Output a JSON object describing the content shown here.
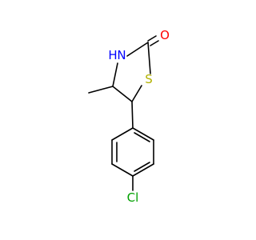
{
  "molecule": {
    "atoms": {
      "nitrogen": {
        "symbol": "N",
        "hydrogen": "H",
        "color": "#0000FF"
      },
      "oxygen": {
        "symbol": "O",
        "color": "#FF0000"
      },
      "sulfur": {
        "symbol": "S",
        "color": "#B2B200"
      },
      "chlorine": {
        "symbol": "Cl",
        "color": "#00A000"
      }
    },
    "bond_color": "#000000",
    "background": "#FFFFFF"
  }
}
